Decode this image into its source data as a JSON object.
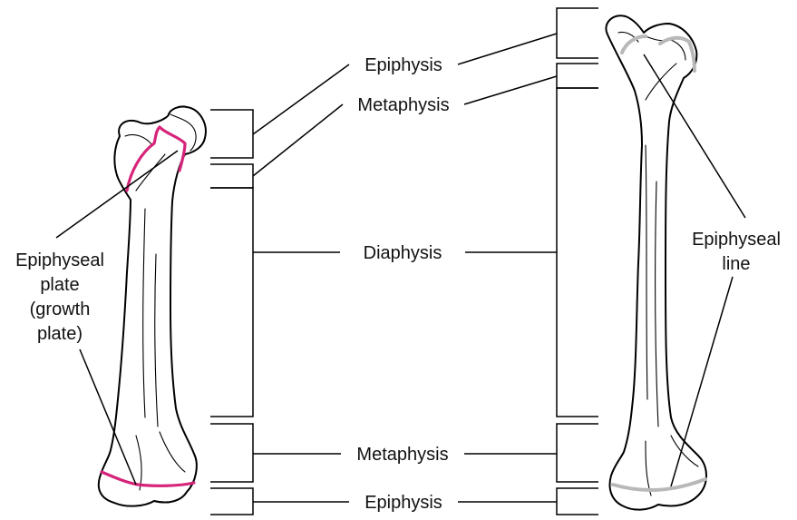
{
  "labels": {
    "epiphysis_top": "Epiphysis",
    "metaphysis_top": "Metaphysis",
    "diaphysis": "Diaphysis",
    "metaphysis_bottom": "Metaphysis",
    "epiphysis_bottom": "Epiphysis",
    "epiphyseal_plate": [
      "Epiphyseal",
      "plate",
      "(growth",
      "plate)"
    ],
    "epiphyseal_line": [
      "Epiphyseal",
      "line"
    ]
  },
  "colors": {
    "growth_plate": "#d6247a",
    "epiphyseal_line": "#b8b8b8",
    "ink": "#000000",
    "background": "#ffffff"
  }
}
